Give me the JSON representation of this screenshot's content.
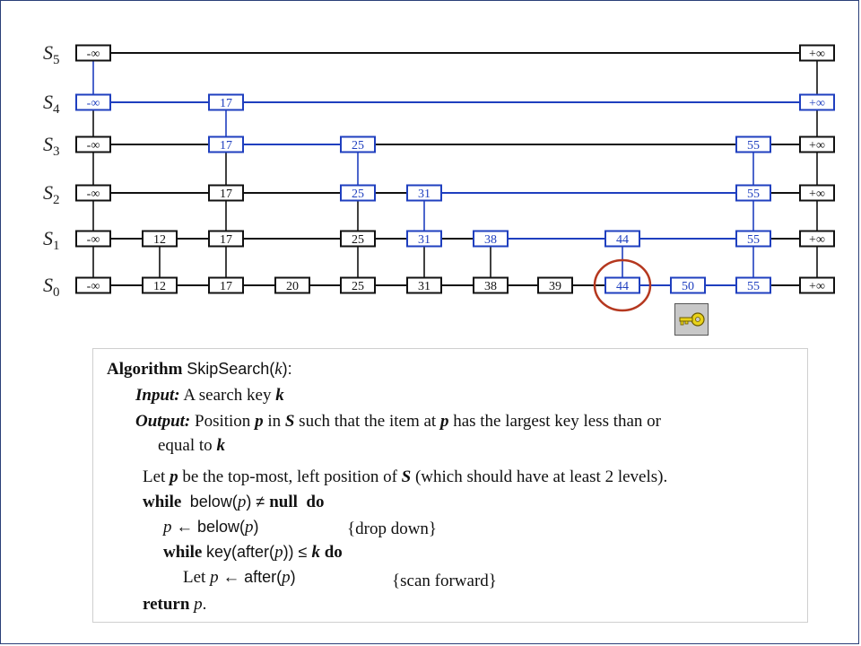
{
  "diagram": {
    "levels": [
      {
        "letter": "S",
        "index": "5",
        "nodes": [
          "-∞",
          "+∞"
        ]
      },
      {
        "letter": "S",
        "index": "4",
        "nodes": [
          "-∞",
          "17",
          "+∞"
        ]
      },
      {
        "letter": "S",
        "index": "3",
        "nodes": [
          "-∞",
          "17",
          "25",
          "55",
          "+∞"
        ]
      },
      {
        "letter": "S",
        "index": "2",
        "nodes": [
          "-∞",
          "17",
          "25",
          "31",
          "55",
          "+∞"
        ]
      },
      {
        "letter": "S",
        "index": "1",
        "nodes": [
          "-∞",
          "12",
          "17",
          "25",
          "31",
          "38",
          "44",
          "55",
          "+∞"
        ]
      },
      {
        "letter": "S",
        "index": "0",
        "nodes": [
          "-∞",
          "12",
          "17",
          "20",
          "25",
          "31",
          "38",
          "39",
          "44",
          "50",
          "55",
          "+∞"
        ]
      }
    ],
    "colors": {
      "highlight": "#1f3fbf",
      "normal": "#111111",
      "circle": "#b5381f"
    },
    "search_key": "44"
  },
  "key_icon": "key-icon",
  "algorithm": {
    "kw_algorithm": "Algorithm",
    "name": "SkipSearch(",
    "name_arg": "k",
    "name_end": "):",
    "input_label": "Input:",
    "input_text": "A search key ",
    "input_var": "k",
    "output_label": "Output:",
    "out_1": "Position ",
    "out_p": "p",
    "out_2": " in ",
    "out_S": "S",
    "out_3": " such that the item at ",
    "out_p2": "p",
    "out_4": " has the largest key less than or",
    "out_5": "equal to ",
    "out_k": "k",
    "let_1": "Let ",
    "let_p": "p",
    "let_2": " be the top-most, left position of ",
    "let_S": "S",
    "let_3": " (which should have at least 2 levels).",
    "kw_while": "while",
    "w1_fn": "below(",
    "w1_p": "p",
    "w1_ne": ") ≠ ",
    "kw_null": "null",
    "kw_do": "do",
    "a1_p": "p",
    "a1_arrow": " ← ",
    "a1_fn": "below(",
    "a1_p2": "p",
    "a1_end": ")",
    "comment_drop": "{drop down}",
    "kw_while2": "while",
    "w2_fn": "key(after(",
    "w2_p": "p",
    "w2_end": ")) ≤ ",
    "w2_k": "k",
    "kw_do2": "do",
    "let2_1": "Let ",
    "let2_p": "p",
    "let2_arrow": " ← ",
    "let2_fn": "after(",
    "let2_p2": "p",
    "let2_end": ")",
    "comment_scan": "{scan forward}",
    "kw_return": "return",
    "ret_p": "p",
    "ret_dot": "."
  }
}
